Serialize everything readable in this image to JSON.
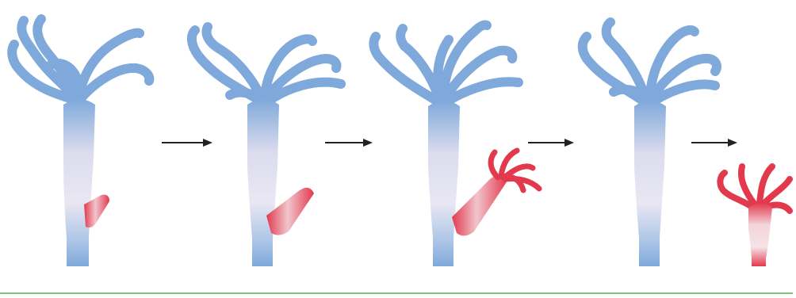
{
  "diagram": {
    "stages": [
      {
        "label": "",
        "stage": "bud-emerging"
      },
      {
        "label": "",
        "stage": "bud-elongating"
      },
      {
        "label": "",
        "stage": "bud-tentacles-forming"
      },
      {
        "label": "",
        "stage": "bud-detached"
      }
    ],
    "arrows": 4
  },
  "colors": {
    "parent_body": "#7fa9da",
    "parent_light": "#e7e6f2",
    "bud": "#e2394c",
    "bud_light": "#f4d6dc",
    "arrow": "#222222",
    "baseline": "#7cc37c"
  }
}
